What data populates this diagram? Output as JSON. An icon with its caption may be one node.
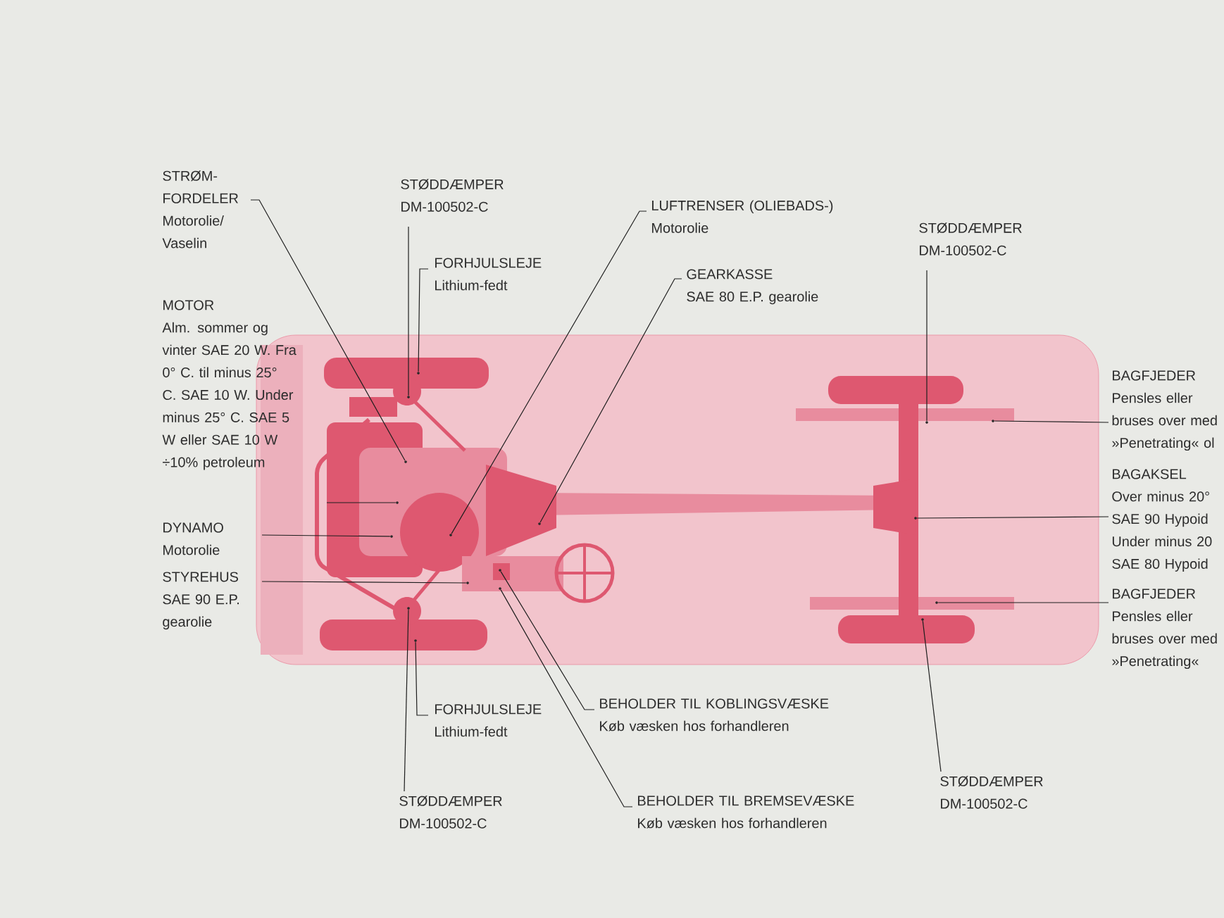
{
  "diagram": {
    "nodes": [
      {
        "text": [
          "STRØM- FORDELER",
          "Motorolie/ Vaselin"
        ]
      },
      {
        "text": [
          "STØDDÆMPER",
          "DM-100502-C"
        ]
      },
      {
        "text": [
          "FORHJULSLEJE",
          "Lithium-fedt"
        ]
      },
      {
        "text": [
          "MOTOR",
          "Alm. sommer og vinter SAE 20 W. Fra 0° C. til minus 25° C. SAE 10 W. Under minus 25° C. SAE 5 W eller SAE 10 W ÷10% petroleum"
        ]
      },
      {
        "text": [
          "DYNAMO",
          "Motorolie"
        ]
      },
      {
        "text": [
          "STYREHUS",
          "SAE 90 E.P. gearolie"
        ]
      },
      {
        "text": [
          "LUFTRENSER (OLIEBADS-)",
          "Motorolie"
        ]
      },
      {
        "text": [
          "GEARKASSE",
          "SAE 80 E.P. gearolie"
        ]
      },
      {
        "text": [
          "STØDDÆMPER",
          "DM-100502-C"
        ]
      },
      {
        "text": [
          "BAGFJEDER",
          "Pensles eller bruses over med »Penetrating« ol"
        ]
      },
      {
        "text": [
          "BAGAKSEL",
          "Over minus 20° SAE 90 Hypoid Under minus 20 SAE 80 Hypoid"
        ]
      },
      {
        "text": [
          "BAGFJEDER",
          "Pensles eller bruses over med »Penetrating«"
        ]
      },
      {
        "text": [
          "FORHJULSLEJE",
          "Lithium-fedt"
        ]
      },
      {
        "text": [
          "STØDDÆMPER",
          "DM-100502-C"
        ]
      },
      {
        "text": [
          "BEHOLDER TIL KOBLINGSVÆSKE",
          "Køb væsken hos forhandleren"
        ]
      },
      {
        "text": [
          "BEHOLDER TIL BREMSEVÆSKE",
          "Køb væsken hos forhandleren"
        ]
      },
      {
        "text": [
          "STØDDÆMPER",
          "DM-100502-C"
        ]
      },
      {
        "text": [],
        "shape": "circle"
      },
      {
        "text": [],
        "shape": "circle"
      },
      {
        "text": [],
        "shape": "circle"
      },
      {
        "text": [],
        "shape": "circle"
      },
      {
        "text": [],
        "shape": "circle"
      },
      {
        "text": [],
        "shape": "circle"
      },
      {
        "text": [],
        "shape": "circle"
      },
      {
        "text": [],
        "shape": "circle"
      },
      {
        "text": [],
        "shape": "circle"
      },
      {
        "text": [],
        "shape": "circle"
      },
      {
        "text": [],
        "shape": "circle"
      },
      {
        "text": [],
        "shape": "circle"
      },
      {
        "text": [],
        "shape": "circle"
      },
      {
        "text": [],
        "shape": "circle"
      },
      {
        "text": [],
        "shape": "circle"
      },
      {
        "text": [],
        "shape": "circle"
      },
      {
        "text": [],
        "shape": "circle"
      }
    ],
    "edges": [
      {
        "from": 0,
        "to": 17,
        "arrow": "none"
      },
      {
        "from": 1,
        "to": 18,
        "arrow": "none"
      },
      {
        "from": 2,
        "to": 19,
        "arrow": "none"
      },
      {
        "from": 3,
        "to": 20,
        "arrow": "none"
      },
      {
        "from": 4,
        "to": 21,
        "arrow": "none"
      },
      {
        "from": 5,
        "to": 22,
        "arrow": "none"
      },
      {
        "from": 6,
        "to": 23,
        "arrow": "none"
      },
      {
        "from": 7,
        "to": 24,
        "arrow": "none"
      },
      {
        "from": 8,
        "to": 25,
        "arrow": "none"
      },
      {
        "from": 9,
        "to": 26,
        "arrow": "none"
      },
      {
        "from": 10,
        "to": 27,
        "arrow": "none"
      },
      {
        "from": 11,
        "to": 28,
        "arrow": "none"
      },
      {
        "from": 12,
        "to": 29,
        "arrow": "none"
      },
      {
        "from": 13,
        "to": 30,
        "arrow": "none"
      },
      {
        "from": 14,
        "to": 31,
        "arrow": "none"
      },
      {
        "from": 15,
        "to": 32,
        "arrow": "none"
      },
      {
        "from": 16,
        "to": 33,
        "arrow": "none"
      }
    ]
  }
}
